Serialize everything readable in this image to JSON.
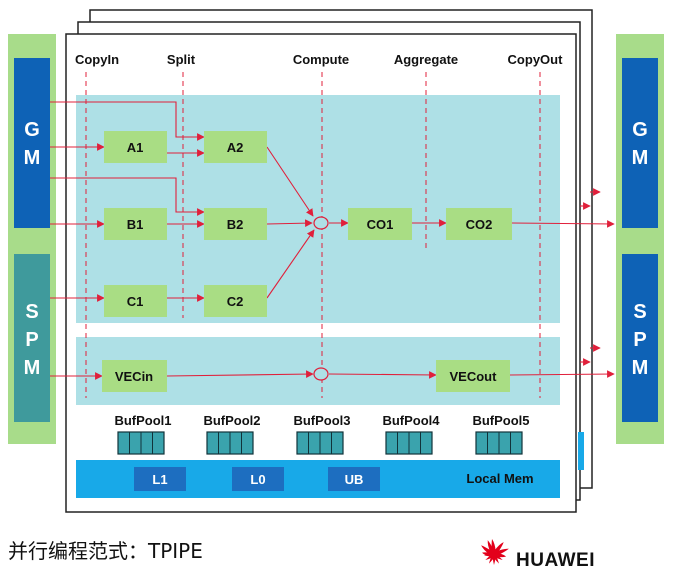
{
  "stages": [
    "CopyIn",
    "Split",
    "Compute",
    "Aggregate",
    "CopyOut"
  ],
  "left_memory": {
    "gm": [
      "G",
      "M"
    ],
    "spm": [
      "S",
      "P",
      "M"
    ]
  },
  "right_memory": {
    "gm": [
      "G",
      "M"
    ],
    "spm": [
      "S",
      "P",
      "M"
    ]
  },
  "nodes": {
    "a1": "A1",
    "a2": "A2",
    "b1": "B1",
    "b2": "B2",
    "c1": "C1",
    "c2": "C2",
    "co1": "CO1",
    "co2": "CO2",
    "vecin": "VECin",
    "vecout": "VECout"
  },
  "buf_pools": [
    "BufPool1",
    "BufPool2",
    "BufPool3",
    "BufPool4",
    "BufPool5"
  ],
  "local_mem": {
    "items": [
      "L1",
      "L0",
      "UB"
    ],
    "label": "Local Mem"
  },
  "caption": "并行编程范式：TPIPE",
  "brand": "HUAWEI",
  "colors": {
    "memory_green": "#a8dc8a",
    "memory_blue": "#0e62b6",
    "memory_teal": "#3f9a9c",
    "panel_cyan": "#aee0e6",
    "node_green": "#a9dd84",
    "local_mem_blue": "#18a9e8",
    "buffer_teal": "#3aa3ad",
    "local_item_blue": "#1d6ec0",
    "arrow_red": "#e0203b",
    "brand_red": "#e3001b"
  }
}
